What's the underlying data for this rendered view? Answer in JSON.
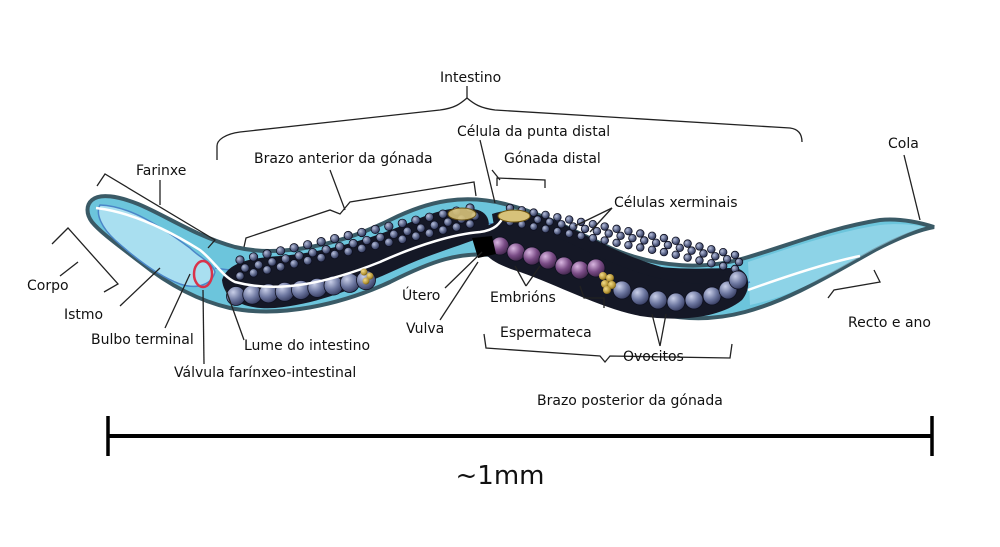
{
  "labels": {
    "intestino": "Intestino",
    "celula_punta_distal": "Célula da punta distal",
    "farinxe": "Farinxe",
    "brazo_anterior": "Brazo anterior da gónada",
    "gonada_distal": "Gónada distal",
    "cola": "Cola",
    "celulas_xerminais": "Células xerminais",
    "corpo": "Corpo",
    "istmo": "Istmo",
    "bulbo_terminal": "Bulbo terminal",
    "lume_intestino": "Lume do intestino",
    "valvula": "Válvula farínxeo-intestinal",
    "utero": "Útero",
    "vulva": "Vulva",
    "embrions": "Embrións",
    "espermateca": "Espermateca",
    "ovocitos": "Ovocitos",
    "brazo_posterior": "Brazo posterior da gónada",
    "recto_ano": "Recto e ano"
  },
  "scale_bar": {
    "label": "~1mm"
  },
  "colors": {
    "body_fill": "#6cc5dc",
    "body_outline": "#3a5a66",
    "pharynx_fill": "#a9dff0",
    "gonad_dark": "#151826",
    "germ_cell": "#5a6488",
    "oocyte": "#6d77a0",
    "embryo": "#7a4c86",
    "valve": "#d9334a",
    "spermatheca": "#b59536"
  }
}
